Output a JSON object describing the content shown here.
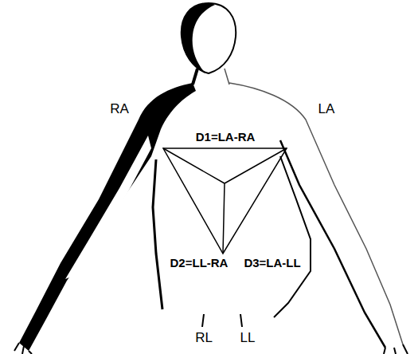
{
  "diagram": {
    "labels": [
      "RA",
      "D1=LA-RA",
      "LA",
      "D2=LL-RA",
      "D3=LA-LL",
      "RL",
      "LL"
    ]
  }
}
